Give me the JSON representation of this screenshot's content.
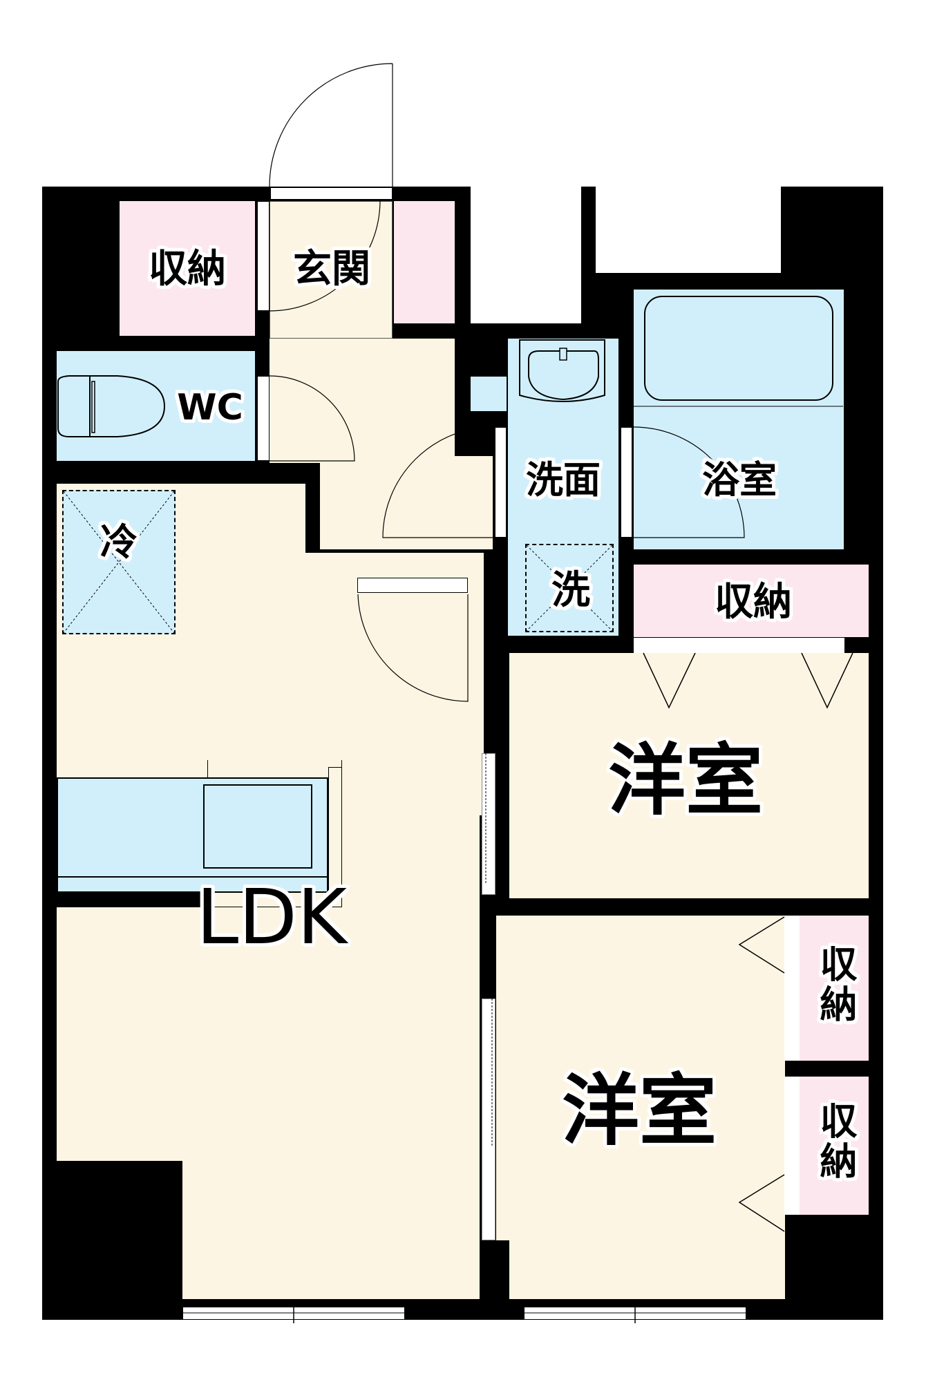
{
  "floorplan": {
    "layout_type": "2LDK",
    "colors": {
      "wall": "#000000",
      "living_floor": "#fdf5e3",
      "wet_area": "#d1effb",
      "storage": "#fce7ef"
    },
    "rooms": {
      "storage_top_left": {
        "label": "収納"
      },
      "entrance": {
        "label": "玄関"
      },
      "wc": {
        "label": "WC"
      },
      "fridge": {
        "label": "冷"
      },
      "washroom": {
        "label": "洗面"
      },
      "washer": {
        "label": "洗"
      },
      "bathroom": {
        "label": "浴室"
      },
      "storage_mid_right": {
        "label": "収納"
      },
      "western_room_1": {
        "label": "洋室"
      },
      "ldk": {
        "label": "LDK"
      },
      "western_room_2": {
        "label": "洋室"
      },
      "closet_1": {
        "label": "収納"
      },
      "closet_2": {
        "label": "収納"
      }
    }
  }
}
